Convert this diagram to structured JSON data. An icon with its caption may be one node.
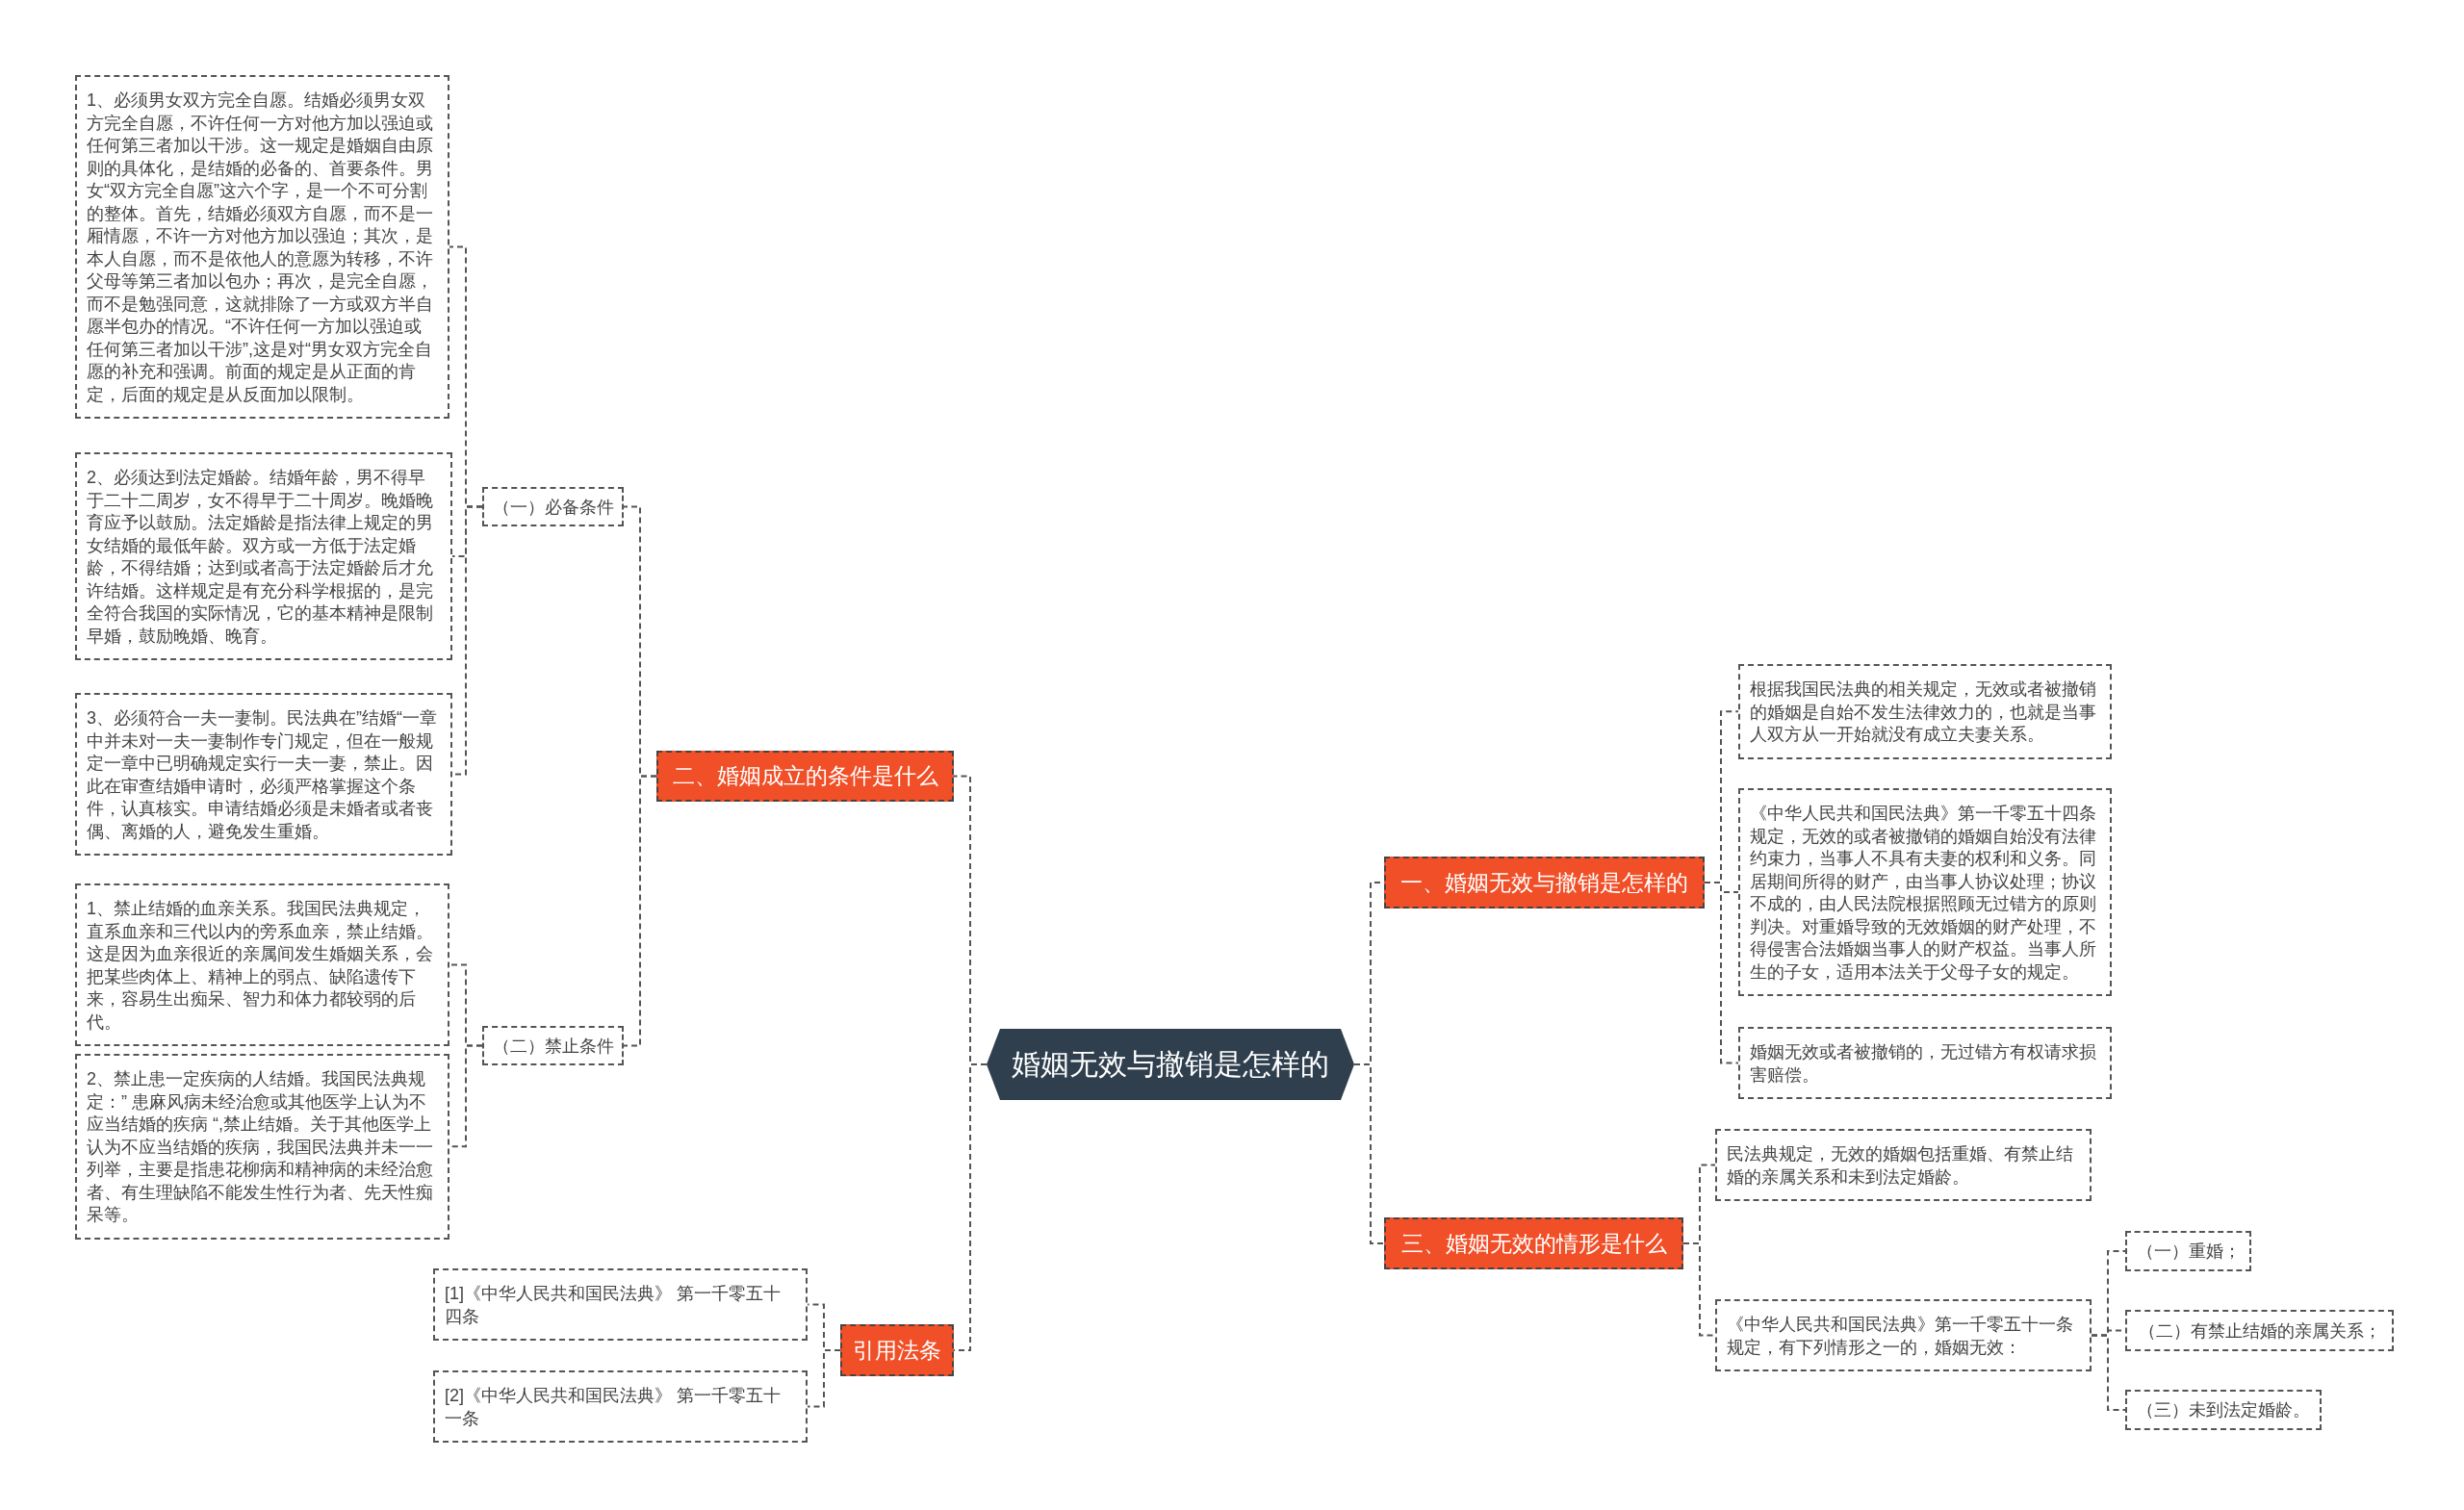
{
  "diagram": {
    "nodes": [
      {
        "text": [
          "婚姻无效与撤销是怎样的"
        ]
      },
      {
        "text": [
          "二、婚姻成立的条件是什么"
        ]
      },
      {
        "text": [
          "（一）必备条件"
        ]
      },
      {
        "text": [
          "1、必须男女双方完全自愿。结婚必须男女双方完全自愿，不许任何一方对他方加以强迫或任何第三者加以干涉。这一规定是婚姻自由原则的具体化，是结婚的必备的、首要条件。男女“双方完全自愿”这六个字，是一个不可分割的整体。首先，结婚必须双方自愿，而不是一厢情愿，不许一方对他方加以强迫；其次，是本人自愿，而不是依他人的意愿为转移，不许父母等第三者加以包办；再次，是完全自愿，而不是勉强同意，这就排除了一方或双方半自愿半包办的情况。“不许任何一方加以强迫或任何第三者加以干涉”,这是对“男女双方完全自愿的补充和强调。前面的规定是从正面的肯定，后面的规定是从反面加以限制。"
        ]
      },
      {
        "text": [
          "2、必须达到法定婚龄。结婚年龄，男不得早于二十二周岁，女不得早于二十周岁。晚婚晚育应予以鼓励。法定婚龄是指法律上规定的男女结婚的最低年龄。双方或一方低于法定婚龄，不得结婚；达到或者高于法定婚龄后才允许结婚。这样规定是有充分科学根据的，是完全符合我国的实际情况，它的基本精神是限制早婚，鼓励晚婚、晚育。"
        ]
      },
      {
        "text": [
          "3、必须符合一夫一妻制。民法典在”结婚“一章中并未对一夫一妻制作专门规定，但在一般规定一章中已明确规定实行一夫一妻，禁止。因此在审查结婚申请时，必须严格掌握这个条件，认真核实。申请结婚必须是未婚者或者丧偶、离婚的人，避免发生重婚。"
        ]
      },
      {
        "text": [
          "（二）禁止条件"
        ]
      },
      {
        "text": [
          "1、禁止结婚的血亲关系。我国民法典规定，直系血亲和三代以内的旁系血亲，禁止结婚。这是因为血亲很近的亲属间发生婚姻关系，会把某些肉体上、精神上的弱点、缺陷遗传下来，容易生出痴呆、智力和体力都较弱的后代。"
        ]
      },
      {
        "text": [
          "2、禁止患一定疾病的人结婚。我国民法典规定：” 患麻风病未经治愈或其他医学上认为不应当结婚的疾病 “,禁止结婚。关于其他医学上认为不应当结婚的疾病，我国民法典并未一一列举，主要是指患花柳病和精神病的未经治愈者、有生理缺陷不能发生性行为者、先天性痴呆等。"
        ]
      },
      {
        "text": [
          "引用法条"
        ]
      },
      {
        "text": [
          "[1]《中华人民共和国民法典》 第一千零五十四条"
        ]
      },
      {
        "text": [
          "[2]《中华人民共和国民法典》 第一千零五十一条"
        ]
      },
      {
        "text": [
          "一、婚姻无效与撤销是怎样的"
        ]
      },
      {
        "text": [
          "根据我国民法典的相关规定，无效或者被撤销的婚姻是自始不发生法律效力的，也就是当事人双方从一开始就没有成立夫妻关系。"
        ]
      },
      {
        "text": [
          "《中华人民共和国民法典》第一千零五十四条规定，无效的或者被撤销的婚姻自始没有法律约束力，当事人不具有夫妻的权利和义务。同居期间所得的财产，由当事人协议处理；协议不成的，由人民法院根据照顾无过错方的原则判决。对重婚导致的无效婚姻的财产处理，不得侵害合法婚姻当事人的财产权益。当事人所生的子女，适用本法关于父母子女的规定。"
        ]
      },
      {
        "text": [
          "婚姻无效或者被撤销的，无过错方有权请求损害赔偿。"
        ]
      },
      {
        "text": [
          "三、婚姻无效的情形是什么"
        ]
      },
      {
        "text": [
          "民法典规定，无效的婚姻包括重婚、有禁止结婚的亲属关系和未到法定婚龄。"
        ]
      },
      {
        "text": [
          "《中华人民共和国民法典》第一千零五十一条规定，有下列情形之一的，婚姻无效："
        ]
      },
      {
        "text": [
          "（一）重婚；"
        ]
      },
      {
        "text": [
          "（二）有禁止结婚的亲属关系；"
        ]
      },
      {
        "text": [
          "（三）未到法定婚龄。"
        ]
      }
    ],
    "edges": [
      {
        "from": 0,
        "to": 1,
        "arrow": "none"
      },
      {
        "from": 1,
        "to": 2,
        "arrow": "none"
      },
      {
        "from": 2,
        "to": 3,
        "arrow": "none"
      },
      {
        "from": 2,
        "to": 4,
        "arrow": "none"
      },
      {
        "from": 2,
        "to": 5,
        "arrow": "none"
      },
      {
        "from": 1,
        "to": 6,
        "arrow": "none"
      },
      {
        "from": 6,
        "to": 7,
        "arrow": "none"
      },
      {
        "from": 6,
        "to": 8,
        "arrow": "none"
      },
      {
        "from": 0,
        "to": 9,
        "arrow": "none"
      },
      {
        "from": 9,
        "to": 10,
        "arrow": "none"
      },
      {
        "from": 9,
        "to": 11,
        "arrow": "none"
      },
      {
        "from": 0,
        "to": 12,
        "arrow": "none"
      },
      {
        "from": 12,
        "to": 13,
        "arrow": "none"
      },
      {
        "from": 12,
        "to": 14,
        "arrow": "none"
      },
      {
        "from": 12,
        "to": 15,
        "arrow": "none"
      },
      {
        "from": 0,
        "to": 16,
        "arrow": "none"
      },
      {
        "from": 16,
        "to": 17,
        "arrow": "none"
      },
      {
        "from": 16,
        "to": 18,
        "arrow": "none"
      },
      {
        "from": 18,
        "to": 19,
        "arrow": "none"
      },
      {
        "from": 18,
        "to": 20,
        "arrow": "none"
      },
      {
        "from": 18,
        "to": 21,
        "arrow": "none"
      }
    ]
  }
}
